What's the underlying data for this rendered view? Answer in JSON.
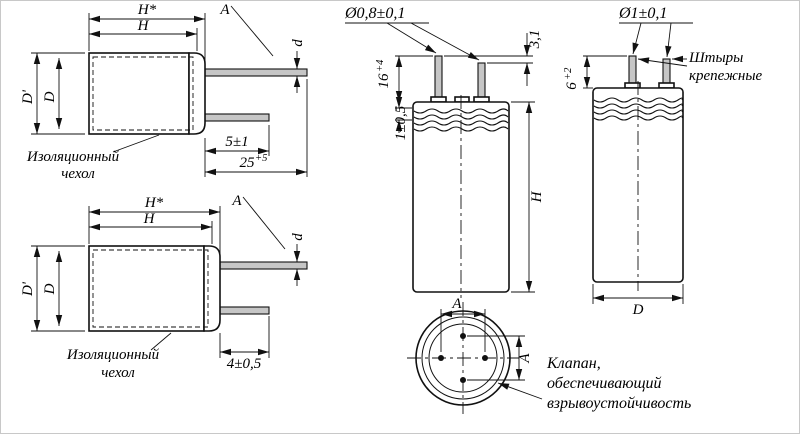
{
  "figure1": {
    "dim_h_star": "H*",
    "dim_h": "H",
    "dim_d_outer": "D'",
    "dim_d": "D",
    "dim_a": "A",
    "dim_lead_dia": "d",
    "dim_seal": "5±1",
    "dim_lead_len": "25",
    "dim_lead_len_sup": "+5",
    "label_sleeve_1": "Изоляционный",
    "label_sleeve_2": "чехол"
  },
  "figure2": {
    "dim_h_star": "H*",
    "dim_h": "H",
    "dim_d_outer": "D'",
    "dim_d": "D",
    "dim_a": "A",
    "dim_lead_dia": "d",
    "dim_seal": "4±0,5",
    "label_sleeve_1": "Изоляционный",
    "label_sleeve_2": "чехол"
  },
  "figure3": {
    "dim_dia": "Ø0,8±0,1",
    "dim_offset": "3,1",
    "dim_lead_len": "16",
    "dim_lead_len_sup": "+4",
    "dim_bead": "1±0,5",
    "dim_h": "H",
    "dim_a_top": "A",
    "dim_a_side": "A",
    "label_valve_1": "Клапан,",
    "label_valve_2": "обеспечивающий",
    "label_valve_3": "взрывоустойчивость"
  },
  "figure4": {
    "dim_dia": "Ø1±0,1",
    "label_pins_1": "Штыры",
    "label_pins_2": "крепежные",
    "dim_pin_len": "6",
    "dim_pin_len_sup": "+2",
    "dim_d": "D"
  }
}
